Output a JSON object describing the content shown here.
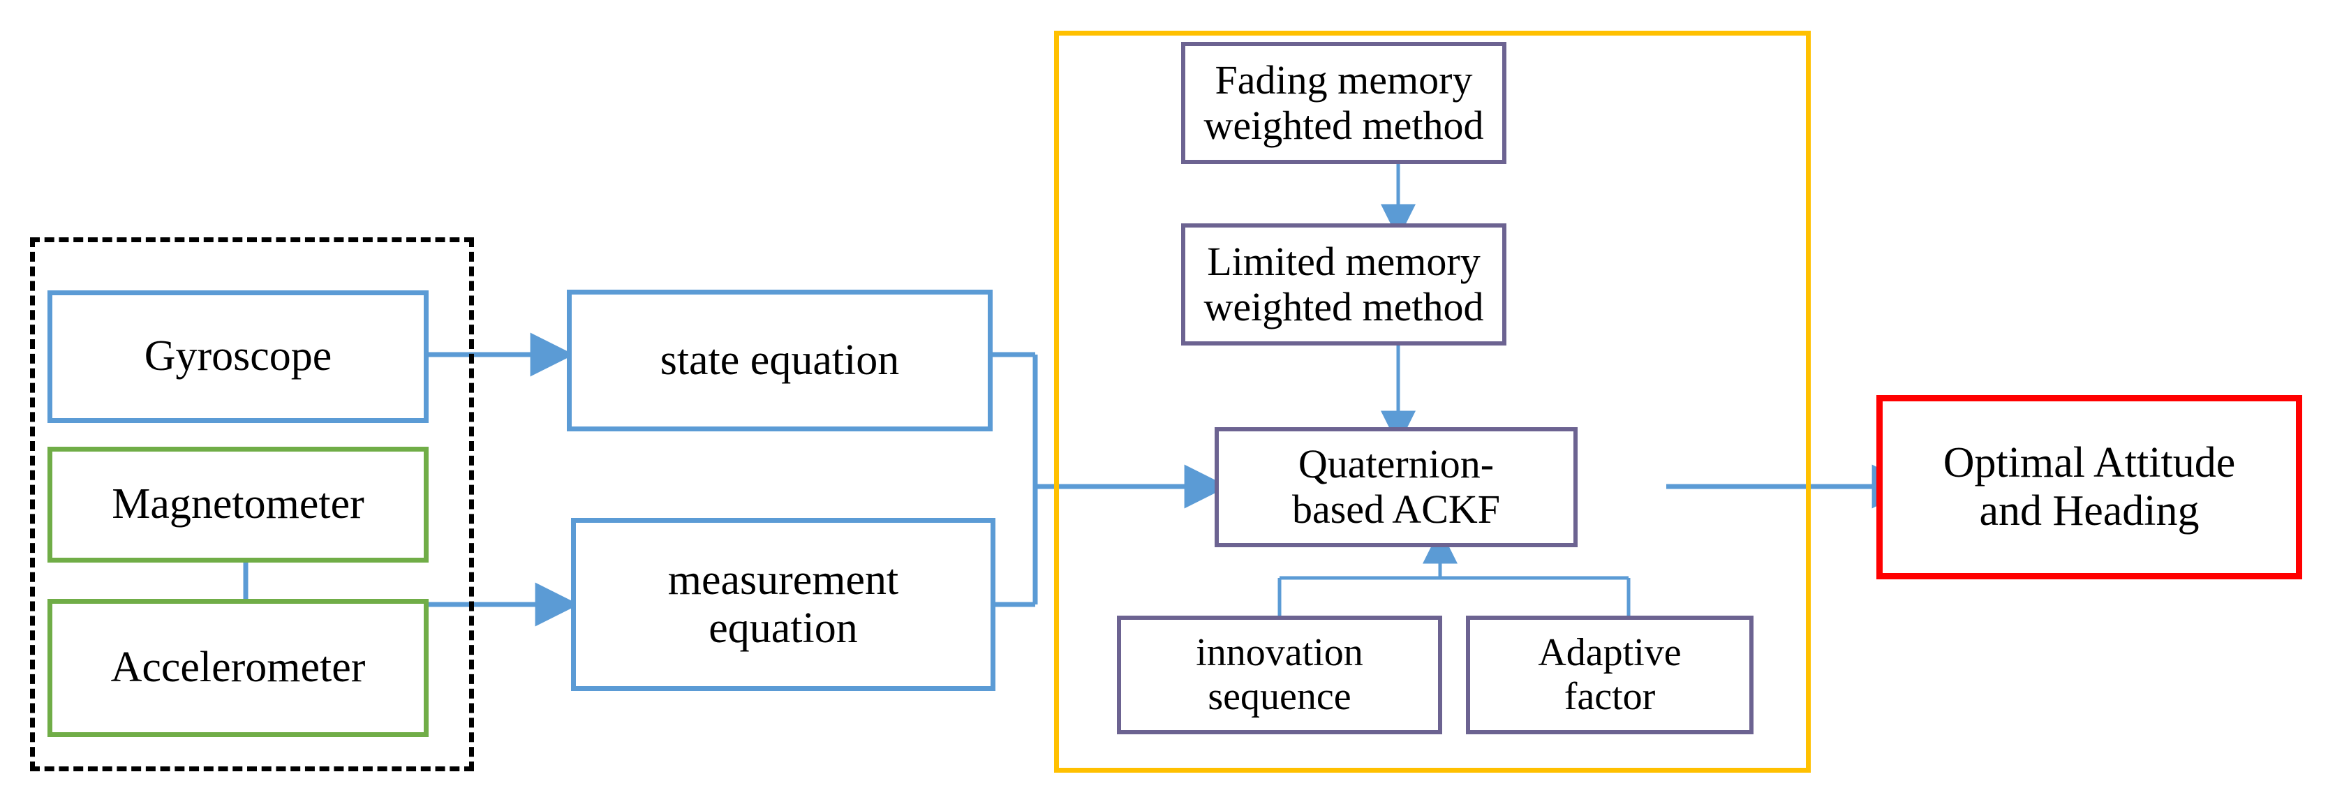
{
  "diagram": {
    "title": "Quaternion-based ACKF attitude and heading estimation block diagram",
    "colors": {
      "sensor_blue": "#5B9BD5",
      "sensor_green": "#70AD47",
      "filter_purple": "#6C6391",
      "group_yellow": "#FFC000",
      "output_red": "#FF0000",
      "group_dashed": "#000000",
      "arrow_blue": "#5B9BD5",
      "text": "#000000",
      "background": "#FFFFFF"
    },
    "groups": [
      {
        "id": "sensor-group",
        "name": "sensor-group-dashed-container",
        "border_style": "dashed",
        "color": "#000000"
      },
      {
        "id": "ackf-group",
        "name": "adaptive-filter-group-container",
        "border_style": "solid",
        "color": "#FFC000"
      }
    ],
    "nodes": {
      "gyroscope": {
        "label": "Gyroscope",
        "border_color": "#5B9BD5"
      },
      "magnetometer": {
        "label": "Magnetometer",
        "border_color": "#70AD47"
      },
      "accelerometer": {
        "label": "Accelerometer",
        "border_color": "#70AD47"
      },
      "state_equation": {
        "label": "state equation",
        "border_color": "#5B9BD5"
      },
      "measurement_equation": {
        "label": "measurement\nequation",
        "border_color": "#5B9BD5"
      },
      "fading_memory": {
        "label": "Fading memory\nweighted method",
        "border_color": "#6C6391"
      },
      "limited_memory": {
        "label": "Limited memory\nweighted method",
        "border_color": "#6C6391"
      },
      "quaternion_ackf": {
        "label": "Quaternion-\nbased ACKF",
        "border_color": "#6C6391"
      },
      "innovation_sequence": {
        "label": "innovation\nsequence",
        "border_color": "#6C6391"
      },
      "adaptive_factor": {
        "label": "Adaptive\nfactor",
        "border_color": "#6C6391"
      },
      "optimal_output": {
        "label": "Optimal Attitude\nand Heading",
        "border_color": "#FF0000"
      }
    },
    "edges": [
      {
        "from": "gyroscope",
        "to": "state_equation",
        "arrow": true
      },
      {
        "from": "magnetometer",
        "to": "measurement_equation",
        "arrow": true
      },
      {
        "from": "accelerometer",
        "to": "measurement_equation",
        "arrow": true
      },
      {
        "from": "state_equation",
        "to": "quaternion_ackf",
        "arrow": true
      },
      {
        "from": "measurement_equation",
        "to": "quaternion_ackf",
        "arrow": true
      },
      {
        "from": "fading_memory",
        "to": "limited_memory",
        "arrow": true
      },
      {
        "from": "limited_memory",
        "to": "quaternion_ackf",
        "arrow": true
      },
      {
        "from": "innovation_sequence",
        "to": "quaternion_ackf",
        "arrow": true
      },
      {
        "from": "adaptive_factor",
        "to": "quaternion_ackf",
        "arrow": true
      },
      {
        "from": "quaternion_ackf",
        "to": "optimal_output",
        "arrow": true
      }
    ]
  }
}
